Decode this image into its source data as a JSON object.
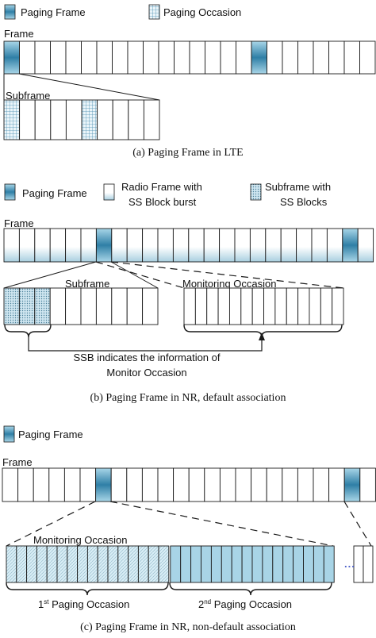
{
  "colors": {
    "paging_frame": "#2f7fa6",
    "paging_frame_light": "#a9d6e8",
    "nr_cell_gradient": "#d6ebf3",
    "occasion_fill": "#a8d4e6",
    "border": "#1a1a1a",
    "dots": "#4a5ec8"
  },
  "icons": {
    "paging_frame": "blue-gradient-square",
    "paging_occasion": "grid-square",
    "radio_frame": "white-square",
    "ss_block_subframe": "dotted-square"
  },
  "a": {
    "legend": {
      "paging_frame": "Paging Frame",
      "paging_occasion": "Paging Occasion"
    },
    "frame_label": "Frame",
    "subframe_label": "Subframe",
    "caption": "(a)  Paging Frame in LTE"
  },
  "b": {
    "legend": {
      "paging_frame": "Paging Frame",
      "radio_frame_line1": "Radio Frame with",
      "radio_frame_line2": "SS Block burst",
      "subframe_line1": "Subframe with",
      "subframe_line2": "SS Blocks"
    },
    "frame_label": "Frame",
    "subframe_label": "Subframe",
    "monitoring_label": "Monitoring Occasion",
    "ssb_note_line1": "SSB indicates the information of",
    "ssb_note_line2": "Monitor Occasion",
    "caption": "(b)  Paging Frame in NR, default association"
  },
  "c": {
    "legend": {
      "paging_frame": "Paging Frame"
    },
    "frame_label": "Frame",
    "monitoring_label": "Monitoring Occasion",
    "po1_num": "1",
    "po1_sup": "st",
    "po1_text": " Paging Occasion",
    "po2_num": "2",
    "po2_sup": "nd",
    "po2_text": " Paging Occasion",
    "dots": "...",
    "caption": "(c)  Paging Frame in NR, non-default association"
  }
}
